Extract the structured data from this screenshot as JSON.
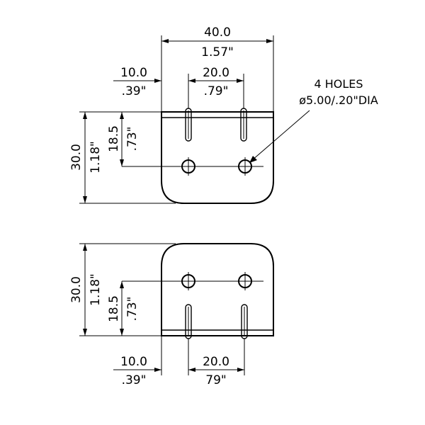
{
  "dimensions": {
    "width_mm": "40.0",
    "width_in": "1.57\"",
    "edge_offset_mm": "10.0",
    "edge_offset_in": ".39\"",
    "hole_spacing_mm": "20.0",
    "hole_spacing_in": ".79\"",
    "hole_spacing_in_bottom": "79\"",
    "height_mm": "30.0",
    "height_in": "1.18\"",
    "hole_height_mm": "18.5",
    "hole_height_in": ".73\""
  },
  "note": {
    "line1": "4 HOLES",
    "line2": "ø5.00/.20\"DIA"
  }
}
